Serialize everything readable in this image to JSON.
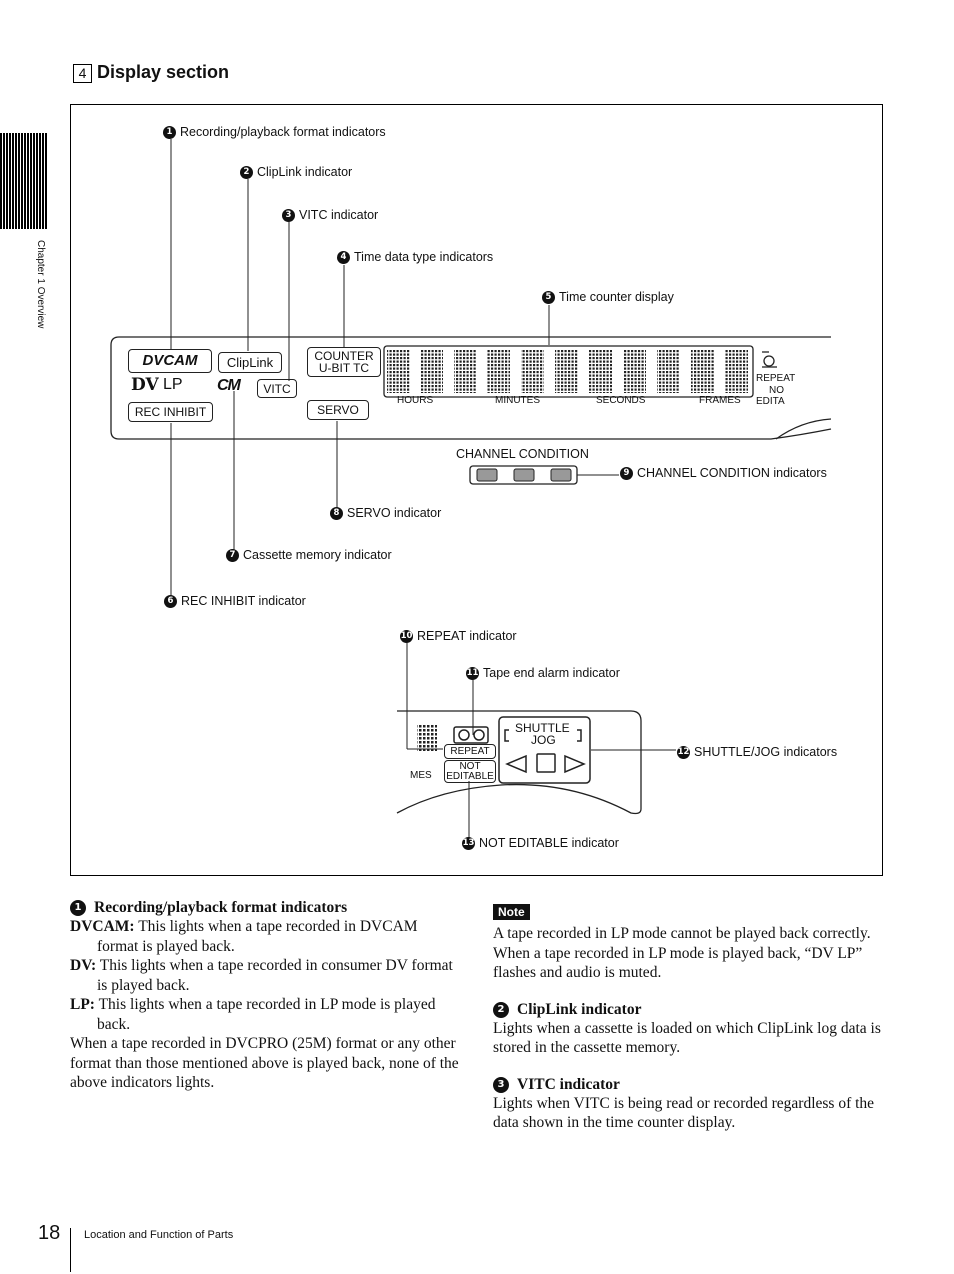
{
  "page": {
    "chapter_tab": "Chapter 1   Overview",
    "section_number": "4",
    "section_title": "Display section",
    "page_number": "18",
    "footer": "Location and Function of Parts"
  },
  "diagram": {
    "callouts": [
      {
        "num": "1",
        "label": "Recording/playback format indicators"
      },
      {
        "num": "2",
        "label": "ClipLink indicator"
      },
      {
        "num": "3",
        "label": "VITC indicator"
      },
      {
        "num": "4",
        "label": "Time data type indicators"
      },
      {
        "num": "5",
        "label": "Time counter display"
      },
      {
        "num": "9",
        "label": "CHANNEL CONDITION indicators"
      },
      {
        "num": "8",
        "label": "SERVO indicator"
      },
      {
        "num": "7",
        "label": "Cassette memory indicator"
      },
      {
        "num": "6",
        "label": "REC INHIBIT indicator"
      },
      {
        "num": "10",
        "label": "REPEAT indicator"
      },
      {
        "num": "11",
        "label": "Tape end alarm indicator"
      },
      {
        "num": "12",
        "label": "SHUTTLE/JOG indicators"
      },
      {
        "num": "13",
        "label": "NOT EDITABLE indicator"
      }
    ],
    "panel": {
      "dvcam": "DVCAM",
      "dv": "DV",
      "lp": "LP",
      "cliplink": "ClipLink",
      "cm": "CM",
      "vitc": "VITC",
      "rec_inhibit": "REC INHIBIT",
      "counter": "COUNTER",
      "ubit_tc": "U-BIT TC",
      "servo": "SERVO",
      "hours": "HOURS",
      "minutes": "MINUTES",
      "seconds": "SECONDS",
      "frames": "FRAMES",
      "repeat_no": "REPEAT",
      "no": "NO",
      "edita": "EDITA",
      "channel_condition": "CHANNEL CONDITION"
    },
    "lower_panel": {
      "mes": "MES",
      "repeat": "REPEAT",
      "not": "NOT",
      "editable": "EDITABLE",
      "shuttle": "SHUTTLE",
      "jog": "JOG"
    }
  },
  "left_column": {
    "heading_num": "1",
    "heading": "Recording/playback format indicators",
    "items": [
      {
        "term": "DVCAM:",
        "text": "This lights when a tape recorded in DVCAM format is played back."
      },
      {
        "term": "DV:",
        "text": "This lights when a tape recorded in consumer DV format is played back."
      },
      {
        "term": "LP:",
        "text": "This lights when a tape recorded in LP mode is played back."
      }
    ],
    "paragraph": "When a tape recorded in DVCPRO (25M) format or any other format than those mentioned above is played back, none of the above indicators lights."
  },
  "right_column": {
    "note_label": "Note",
    "note_text": "A tape recorded in LP mode cannot be played back correctly. When a tape recorded in LP mode is played back, “DV LP” flashes and audio is muted.",
    "sections": [
      {
        "num": "2",
        "heading": "ClipLink indicator",
        "text": "Lights when a cassette is loaded on which ClipLink log data is stored in the cassette memory."
      },
      {
        "num": "3",
        "heading": "VITC indicator",
        "text": "Lights when VITC is being read or recorded regardless of the data shown in the time counter display."
      }
    ]
  }
}
